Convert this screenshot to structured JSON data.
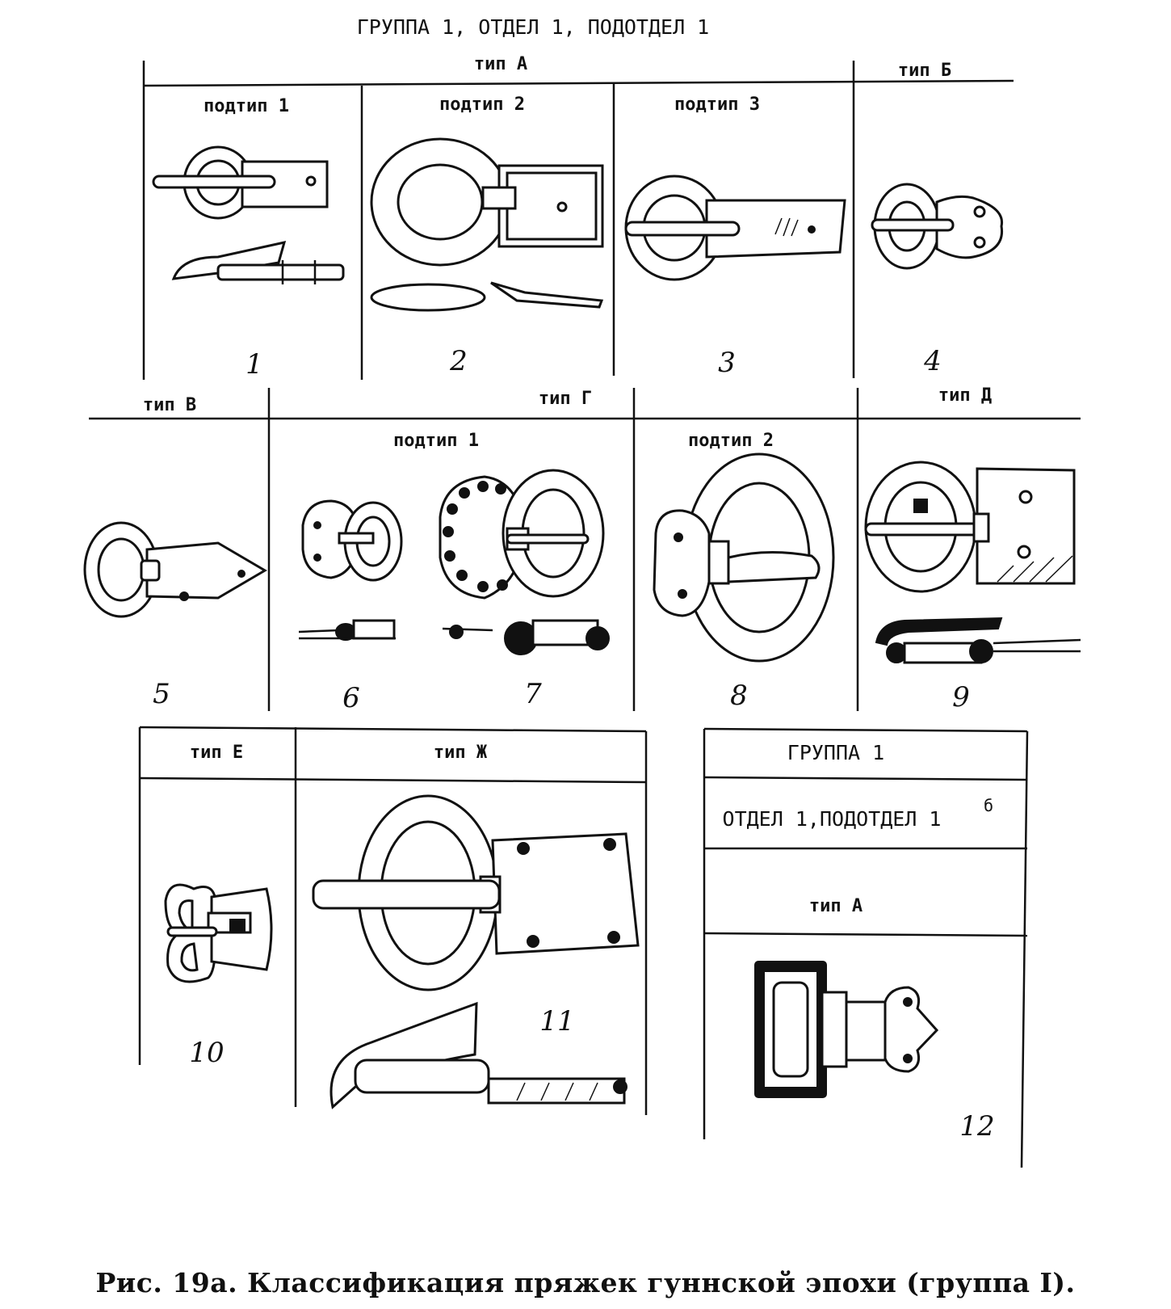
{
  "plate": {
    "header": "ГРУППА 1,  ОТДЕЛ 1, ПОДОТДЕЛ 1",
    "row1": {
      "type_a": "тип А",
      "type_b": "тип Б",
      "subtype1": "подтип 1",
      "subtype2": "подтип 2",
      "subtype3": "подтип 3",
      "numbers": [
        "1",
        "2",
        "3",
        "4"
      ]
    },
    "row2": {
      "type_v": "тип В",
      "type_g": "тип Г",
      "type_d": "тип Д",
      "subtype1": "подтип 1",
      "subtype2": "подтип 2",
      "numbers": [
        "5",
        "6",
        "7",
        "8",
        "9"
      ]
    },
    "row3": {
      "type_e": "тип Е",
      "type_zh": "тип Ж",
      "numbers": [
        "10",
        "11"
      ]
    },
    "group_box": {
      "group": "ГРУППА 1",
      "section": "ОТДЕЛ 1,ПОДОТДЕЛ  1",
      "section_sup": "б",
      "type": "тип А",
      "number": "12"
    }
  },
  "caption": "Рис. 19а. Классификация пряжек гуннской эпохи (группа I)."
}
